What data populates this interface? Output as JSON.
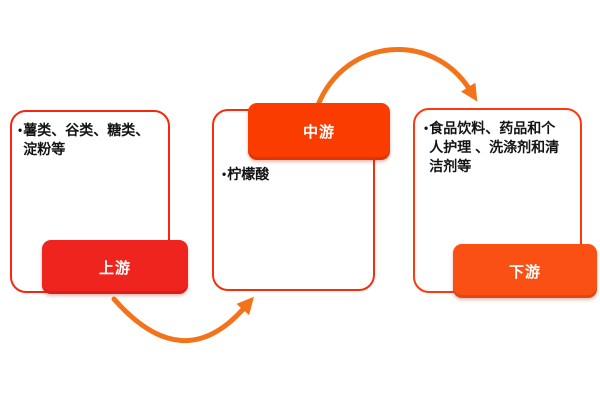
{
  "diagram": {
    "type": "flow",
    "bullet": "•",
    "stages": [
      {
        "badge_label": "上游",
        "text": "薯类、谷类、糖类、淀粉等"
      },
      {
        "badge_label": "中游",
        "text": "柠檬酸"
      },
      {
        "badge_label": "下游",
        "text": "食品饮料、药品和个人护理 、洗涤剂和清洁剂等"
      }
    ],
    "arrows": [
      {
        "from": "上游",
        "to": "中游"
      },
      {
        "from": "中游",
        "to": "下游"
      }
    ]
  },
  "colors": {
    "background": "#ffffff",
    "box_border_upstream": "#f9250f",
    "box_border_midstream": "#fa2d08",
    "box_border_downstream": "#fb3a10",
    "badge_upstream": "#f0241e",
    "badge_midstream": "#fa3c00",
    "badge_downstream": "#fa5014",
    "badge_text": "#ffffff",
    "body_text": "#141414",
    "arrow": "#f3731b"
  }
}
